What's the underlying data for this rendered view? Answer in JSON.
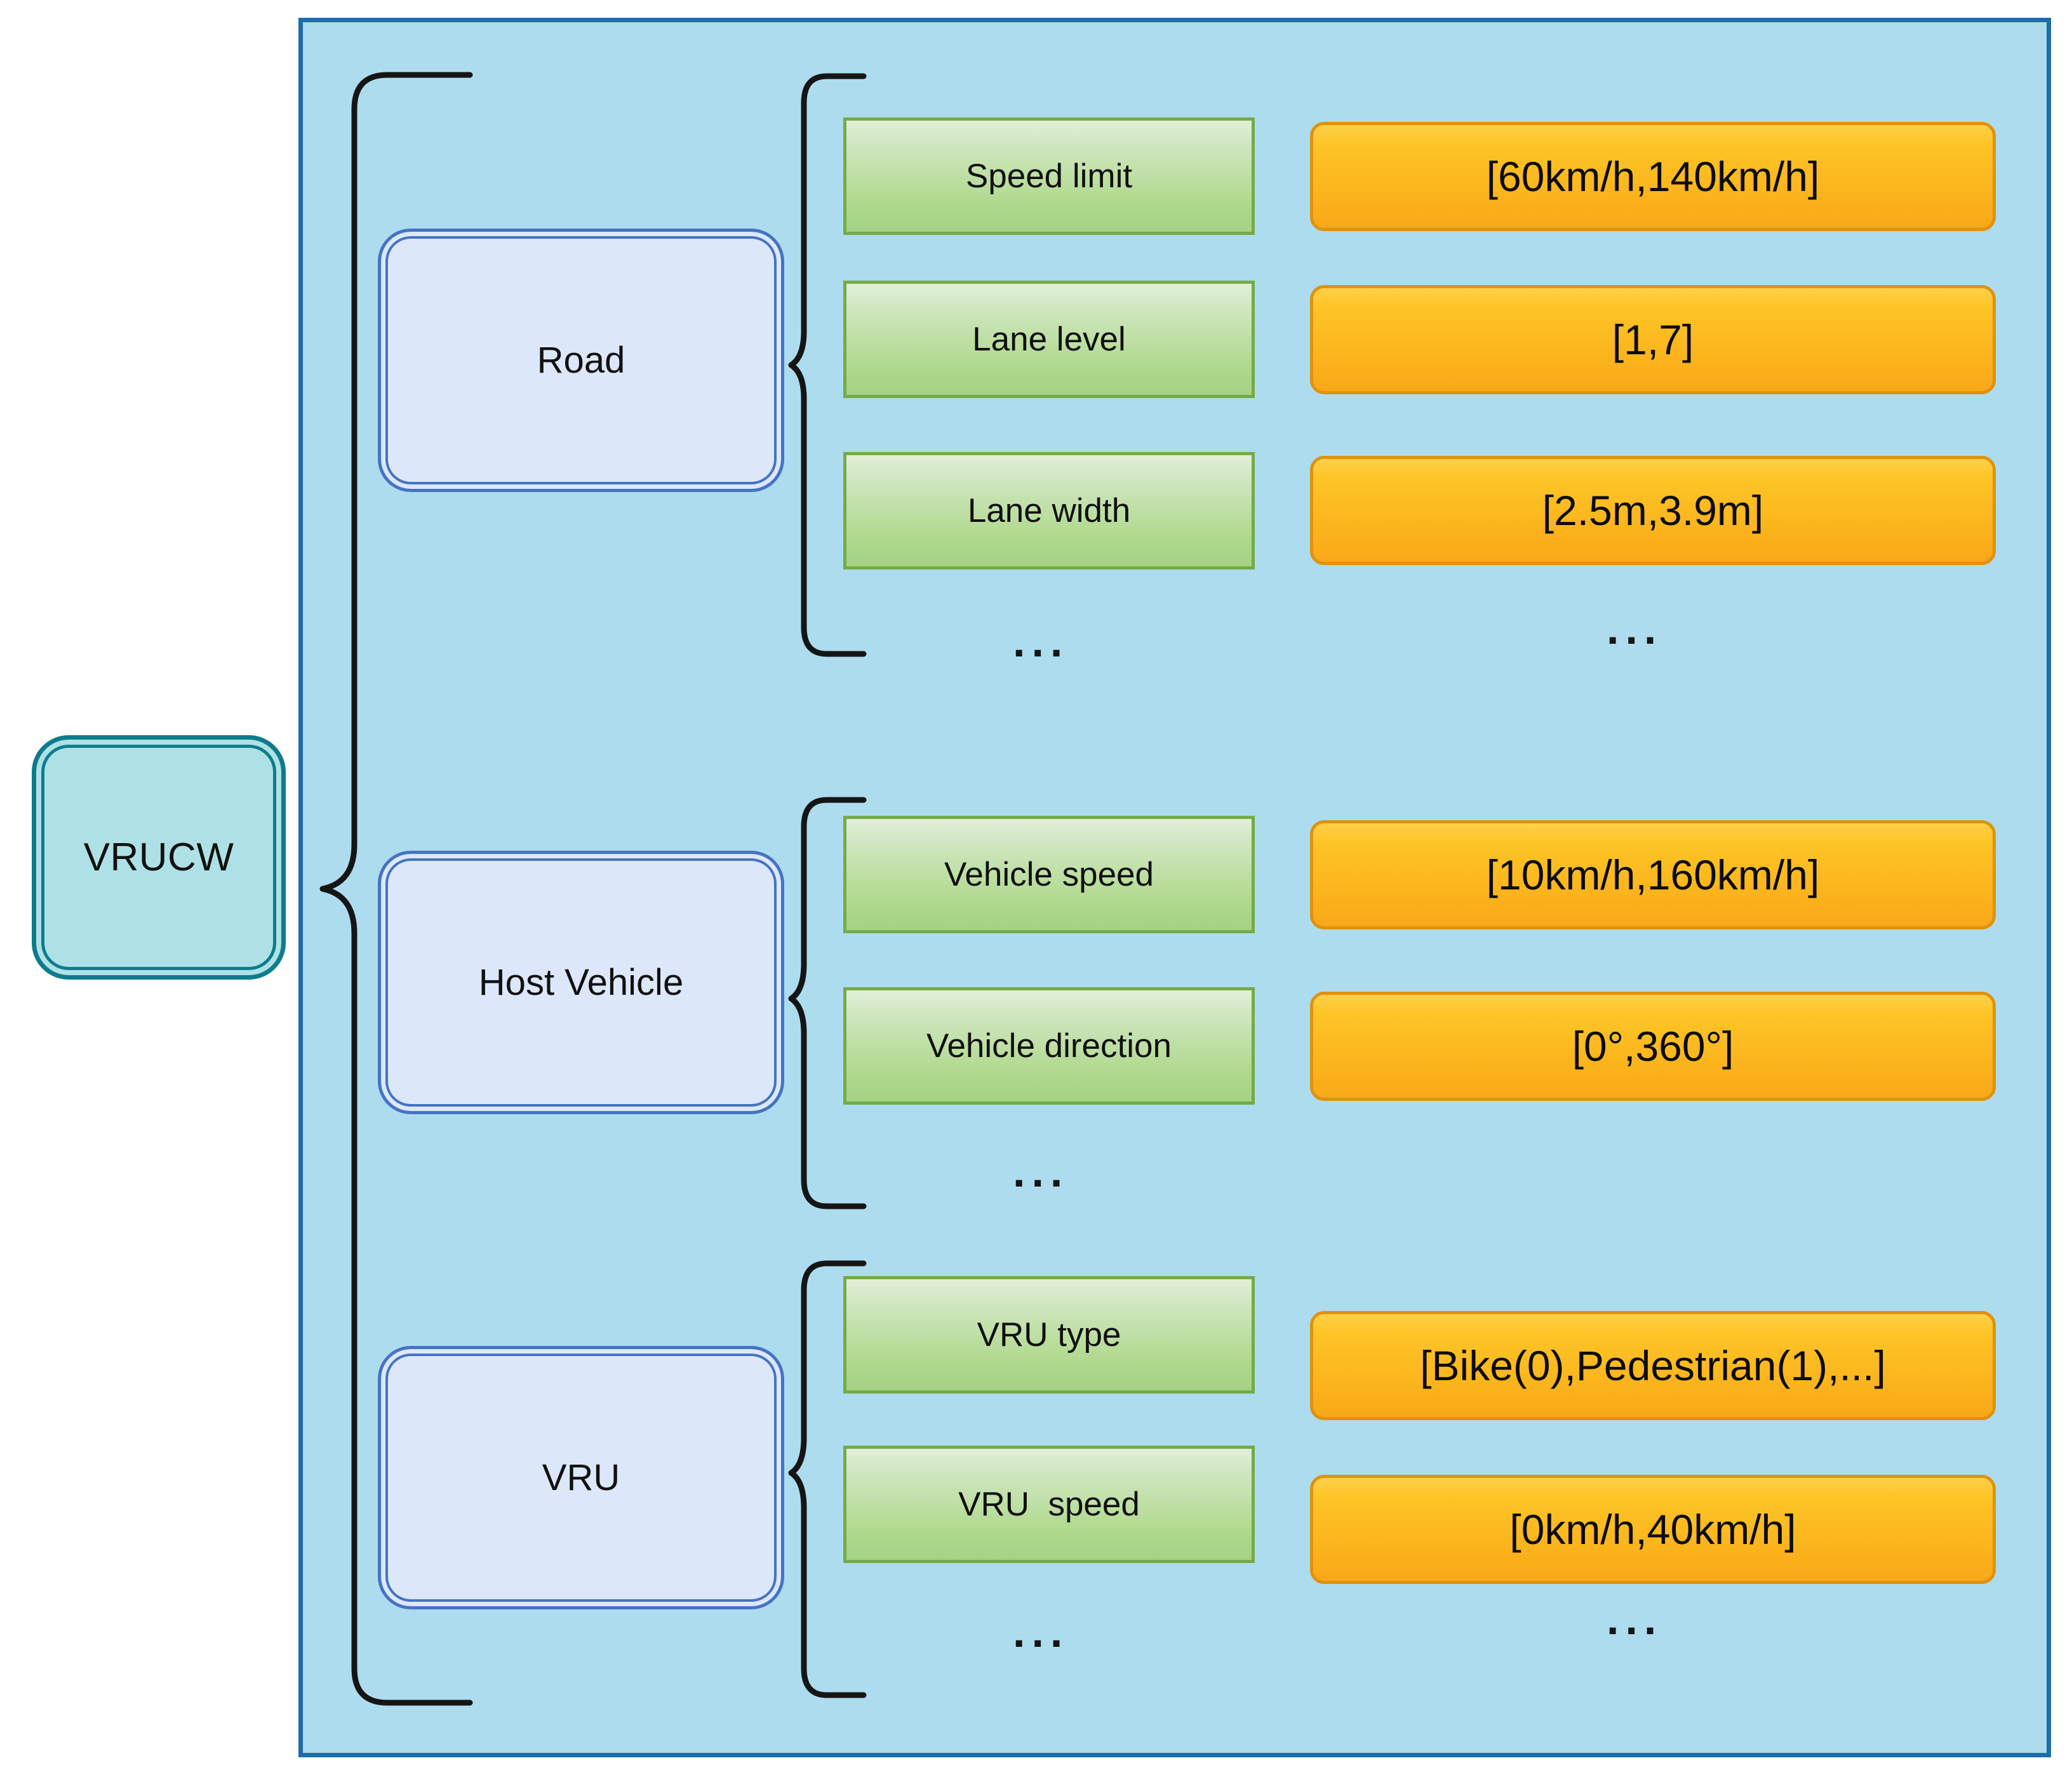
{
  "diagram": {
    "title": "VRUCW scenario parameter tree",
    "root": {
      "label": "VRUCW"
    },
    "colors": {
      "panel_background": "#ADDCEF",
      "panel_border": "#1C6DA8",
      "root_fill": "#AEE1E5",
      "root_border": "#0E7C8C",
      "mid_fill": "#DCE8FA",
      "mid_border": "#4573C4",
      "attribute_fill_top": "#E2EFD9",
      "attribute_fill_bottom": "#A4D285",
      "attribute_border": "#74AB48",
      "value_fill_top": "#FFD04A",
      "value_fill_bottom": "#F9A818",
      "value_border": "#E0920E",
      "connector": "#151515"
    },
    "ellipsis_glyph": "...",
    "groups": [
      {
        "id": "road",
        "label": "Road",
        "rows": [
          {
            "attribute": "Speed limit",
            "value": "[60km/h,140km/h]"
          },
          {
            "attribute": "Lane level",
            "value": "[1,7]"
          },
          {
            "attribute": "Lane width",
            "value": "[2.5m,3.9m]"
          }
        ],
        "attribute_more": "...",
        "value_more": "..."
      },
      {
        "id": "host-vehicle",
        "label": "Host Vehicle",
        "rows": [
          {
            "attribute": "Vehicle speed",
            "value": "[10km/h,160km/h]"
          },
          {
            "attribute": "Vehicle direction",
            "value": "[0°,360°]"
          }
        ],
        "attribute_more": "...",
        "value_more": ""
      },
      {
        "id": "vru",
        "label": "VRU",
        "rows": [
          {
            "attribute": "VRU type",
            "value": "[Bike(0),Pedestrian(1),...]"
          },
          {
            "attribute": "VRU  speed",
            "value": "[0km/h,40km/h]"
          }
        ],
        "attribute_more": "...",
        "value_more": "..."
      }
    ]
  }
}
